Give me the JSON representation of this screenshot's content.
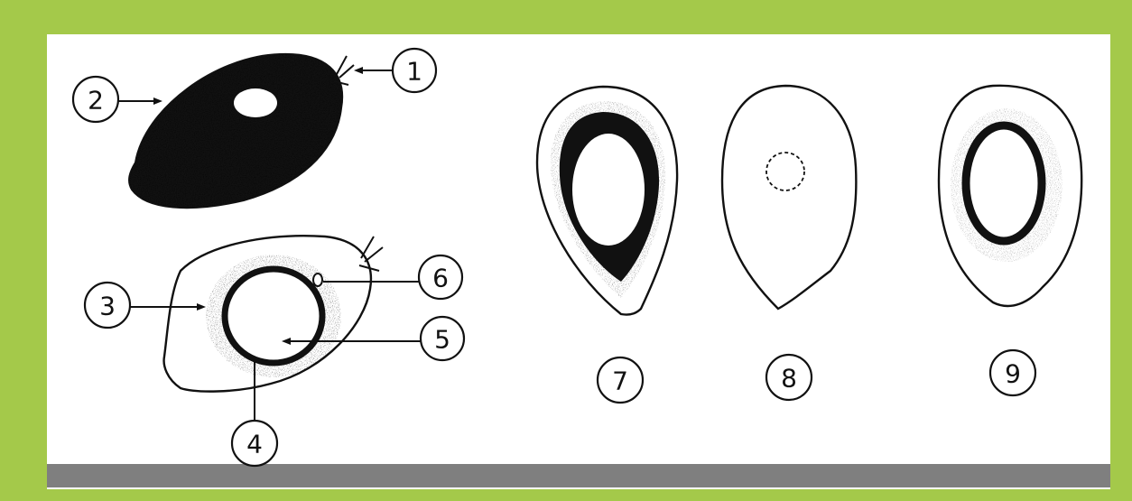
{
  "colors": {
    "frame_border": "#a4c94a",
    "footer_bar": "#7f7f7f",
    "ink": "#111111"
  },
  "figures": {
    "whole_fruit": {
      "callouts": [
        "1",
        "2"
      ]
    },
    "longitudinal_section": {
      "callouts": [
        "3",
        "4",
        "5",
        "6"
      ]
    },
    "cross_sections": {
      "labels": [
        "7",
        "8",
        "9"
      ]
    }
  }
}
